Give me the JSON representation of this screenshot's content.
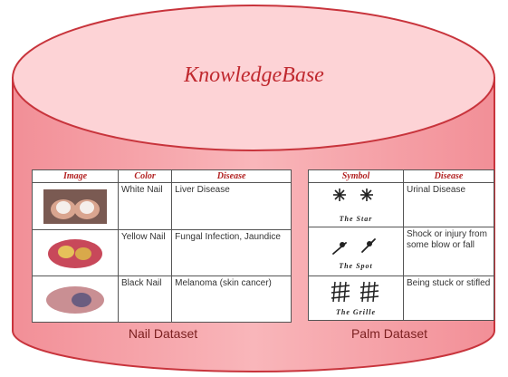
{
  "title": "KnowledgeBase",
  "colors": {
    "cylinder": "#f7a6ab",
    "top": "#fdd3d6",
    "outline": "#c8343c",
    "header_text": "#b22222"
  },
  "nail_table": {
    "headers": [
      "Image",
      "Color",
      "Disease"
    ],
    "rows": [
      {
        "color": "White Nail",
        "disease": "Liver Disease",
        "image": "white-nail-photo"
      },
      {
        "color": "Yellow Nail",
        "disease": "Fungal Infection, Jaundice",
        "image": "yellow-nail-photo"
      },
      {
        "color": "Black Nail",
        "disease": "Melanoma (skin cancer)",
        "image": "black-nail-photo"
      }
    ]
  },
  "palm_table": {
    "headers": [
      "Symbol",
      "Disease"
    ],
    "rows": [
      {
        "symbol_name": "The Star",
        "disease": "Urinal Disease"
      },
      {
        "symbol_name": "The Spot",
        "disease": "Shock or injury from some blow or fall"
      },
      {
        "symbol_name": "The Grille",
        "disease": "Being stuck or stifled"
      }
    ]
  },
  "captions": {
    "nail": "Nail Dataset",
    "palm": "Palm Dataset"
  }
}
